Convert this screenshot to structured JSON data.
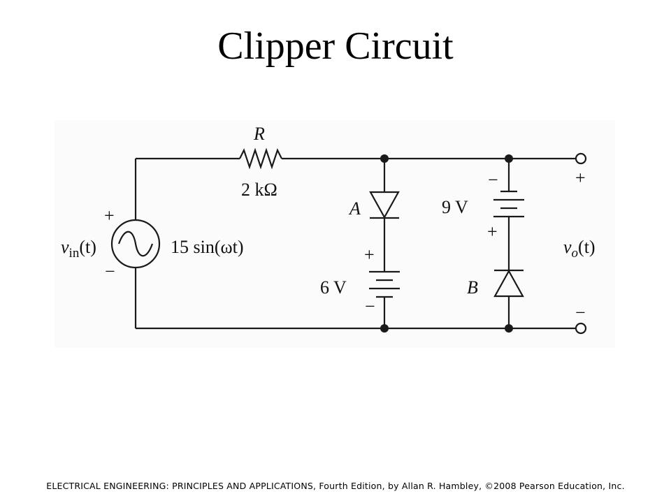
{
  "title": "Clipper Circuit",
  "diagram": {
    "resistor": {
      "symbol": "R",
      "value": "2 kΩ"
    },
    "source": {
      "label_v": "v",
      "label_sub": "in",
      "label_arg": "(t)",
      "expression": "15 sin(ωt)",
      "omega": "ω",
      "t": "t",
      "plus": "+",
      "minus": "−"
    },
    "diode_a": {
      "name": "A"
    },
    "diode_b": {
      "name": "B"
    },
    "battery_6": {
      "value": "6 V",
      "plus": "+",
      "minus": "−"
    },
    "battery_9": {
      "value": "9 V",
      "plus": "+",
      "minus": "−"
    },
    "output": {
      "label_v": "v",
      "label_sub": "o",
      "label_arg": "(t)",
      "plus": "+",
      "minus": "−"
    }
  },
  "footer": "ELECTRICAL ENGINEERING: PRINCIPLES AND APPLICATIONS, Fourth Edition, by Allan R. Hambley, ©2008 Pearson Education, Inc."
}
